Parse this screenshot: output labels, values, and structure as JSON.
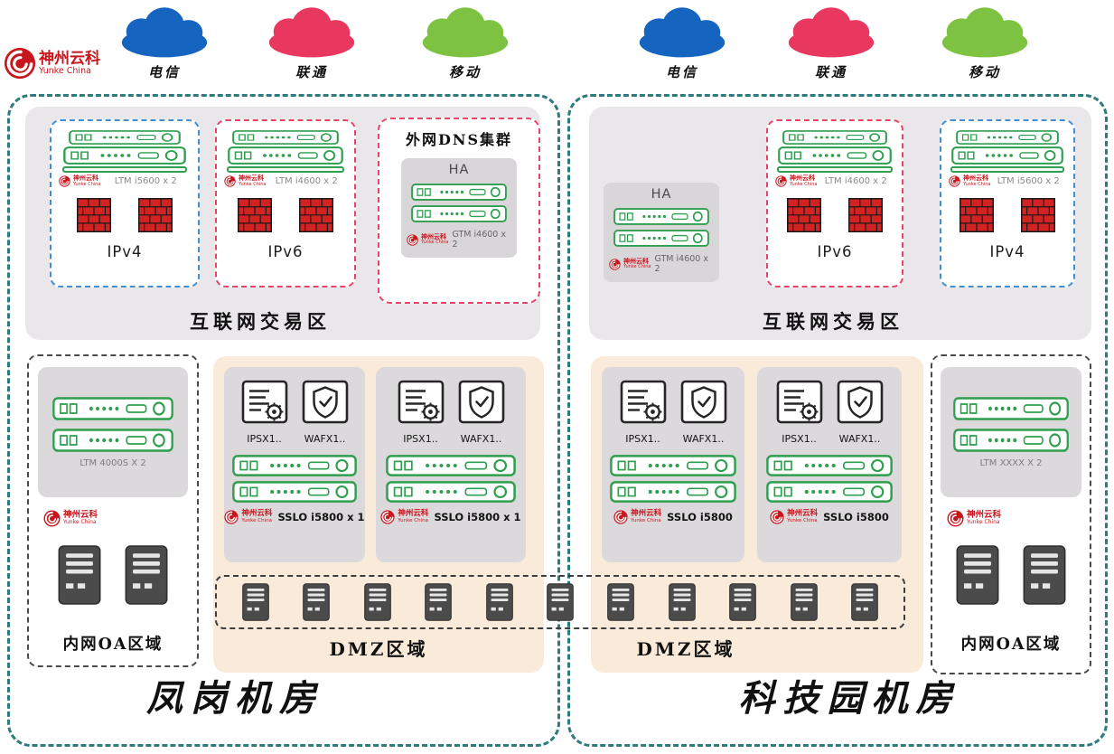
{
  "logo": {
    "title": "神州云科",
    "sub": "Yunke China"
  },
  "colors": {
    "telecom": "#1565c0",
    "unicom": "#e8385f",
    "mobile": "#7ec242",
    "teal_frame": "#2e7b7d",
    "dmz_bg": "#faead9",
    "device_green": "#2f9e4e",
    "firewall_red": "#d32222",
    "logo_red": "#c8161d"
  },
  "clouds": {
    "left": [
      {
        "label": "电信"
      },
      {
        "label": "联通"
      },
      {
        "label": "移动"
      }
    ],
    "right": [
      {
        "label": "电信"
      },
      {
        "label": "联通"
      },
      {
        "label": "移动"
      }
    ]
  },
  "left_dc": {
    "internet_zone_label": "互联网交易区",
    "ipv4": {
      "device": "LTM i5600 x 2",
      "label": "IPv4"
    },
    "ipv6": {
      "device": "LTM i4600 x 2",
      "label": "IPv6"
    },
    "dns_title": "外网DNS集群",
    "ha": {
      "label": "HA",
      "device": "GTM i4600 x 2"
    },
    "oa": {
      "device": "LTM 4000S X 2",
      "label": "内网OA区域"
    },
    "dmz": {
      "label": "DMZ区域",
      "group1": {
        "ips": "IPSX1..",
        "waf": "WAFX1..",
        "sslo": "SSLO i5800 x 1"
      },
      "group2": {
        "ips": "IPSX1..",
        "waf": "WAFX1..",
        "sslo": "SSLO i5800 x 1"
      }
    },
    "name": "凤岗机房"
  },
  "right_dc": {
    "internet_zone_label": "互联网交易区",
    "ha": {
      "label": "HA",
      "device": "GTM i4600 x 2"
    },
    "ipv6": {
      "device": "LTM i4600 x 2",
      "label": "IPv6"
    },
    "ipv4": {
      "device": "LTM i5600 x 2",
      "label": "IPv4"
    },
    "oa": {
      "device": "LTM XXXX X 2",
      "label": "内网OA区域"
    },
    "dmz": {
      "label": "DMZ区域",
      "group1": {
        "ips": "IPSX1..",
        "waf": "WAFX1..",
        "sslo": "SSLO i5800"
      },
      "group2": {
        "ips": "IPSX1..",
        "waf": "WAFX1..",
        "sslo": "SSLO i5800"
      }
    },
    "name": "科技园机房"
  }
}
